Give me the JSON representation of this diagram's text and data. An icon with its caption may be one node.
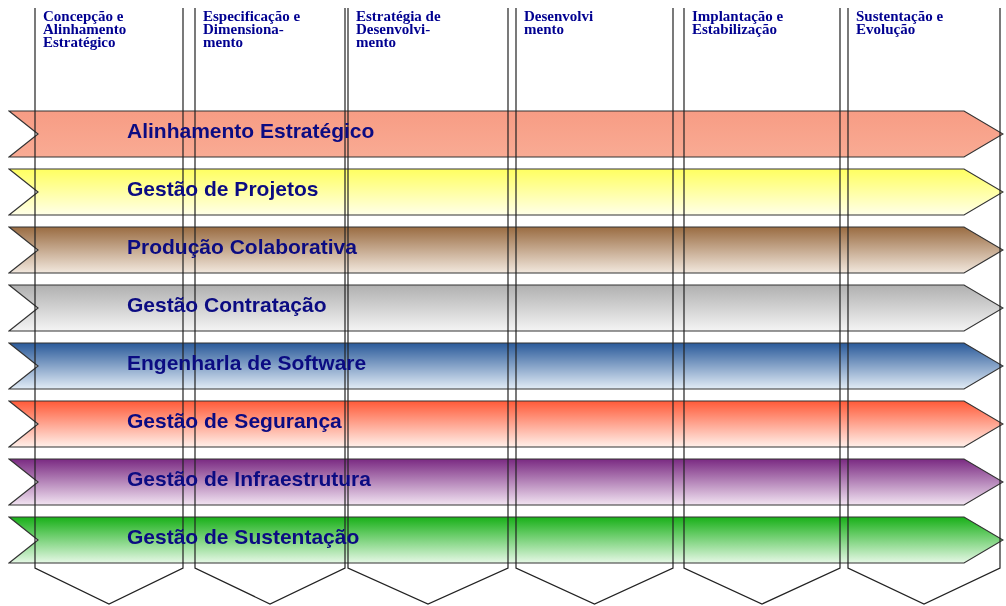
{
  "diagram": {
    "nodes": [
      {
        "text": [
          "Concepção e Alinhamento Estratégico"
        ]
      },
      {
        "text": [
          "Especificação e Dimensiona- mento"
        ]
      },
      {
        "text": [
          "Estratégia de Desenvolvi- mento"
        ]
      },
      {
        "text": [
          "Desenvolvi mento"
        ]
      },
      {
        "text": [
          "Implantação e Estabilização"
        ]
      },
      {
        "text": [
          "Sustentação e Evolução"
        ]
      },
      {
        "text": [
          "Alinhamento Estratégico"
        ]
      },
      {
        "text": [
          "Gestão de Projetos"
        ]
      },
      {
        "text": [
          "Produção Colaborativa"
        ]
      },
      {
        "text": [
          "Gestão Contratação"
        ]
      },
      {
        "text": [
          "Engenharla de Software"
        ]
      },
      {
        "text": [
          "Gestão de Segurança"
        ]
      },
      {
        "text": [
          "Gestão de Infraestrutura"
        ]
      },
      {
        "text": [
          "Gestão de Sustentação"
        ]
      }
    ]
  }
}
